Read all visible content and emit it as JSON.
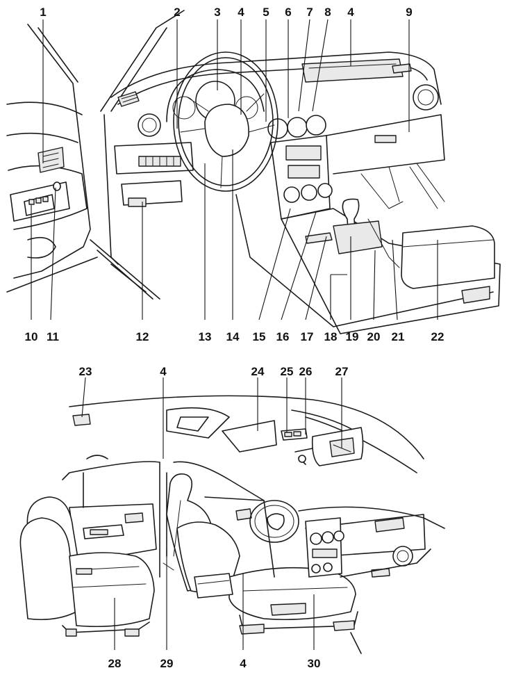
{
  "top_labels": [
    "1",
    "2",
    "3",
    "4",
    "5",
    "6",
    "7",
    "8",
    "4",
    "9"
  ],
  "bottom_labels_upper": [
    "10",
    "11",
    "12",
    "13",
    "14",
    "15",
    "16",
    "17",
    "18",
    "19",
    "20",
    "21",
    "22"
  ],
  "lower_top_labels": [
    "23",
    "4",
    "24",
    "25",
    "26",
    "27"
  ],
  "lower_bottom_labels": [
    "28",
    "29",
    "4",
    "30"
  ]
}
